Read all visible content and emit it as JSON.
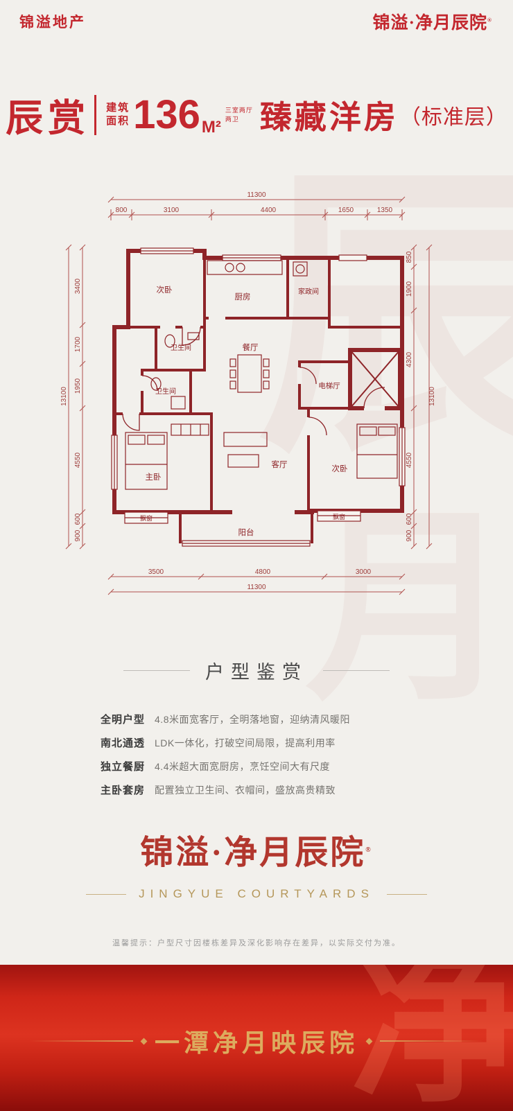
{
  "watermarks": [
    "辰",
    "月",
    "净"
  ],
  "header": {
    "brand": "锦溢地产",
    "logo": "锦溢·净月辰院",
    "logo_mark": "®"
  },
  "title": {
    "name": "辰赏",
    "area_label_top": "建筑",
    "area_label_bottom": "面积",
    "area_value": "136",
    "area_unit": "M²",
    "area_note": "三室两厅两卫",
    "type_name": "臻藏洋房",
    "type_suffix": "（标准层）"
  },
  "plan": {
    "dims": {
      "top_total": "11300",
      "top_segments": [
        "800",
        "3100",
        "4400",
        "1650",
        "1350"
      ],
      "left_total": "13100",
      "left_segments": [
        "3400",
        "1700",
        "1950",
        "4550",
        "600",
        "900"
      ],
      "right_total": "13100",
      "right_segments": [
        "850",
        "1900",
        "4300",
        "4550",
        "600",
        "900"
      ],
      "bottom_segments": [
        "3500",
        "4800",
        "3000"
      ],
      "bottom_total": "11300"
    },
    "rooms": {
      "bedroom_top": "次卧",
      "kitchen": "厨房",
      "laundry": "家政间",
      "bath1": "卫生间",
      "bath2": "卫生间",
      "dining": "餐厅",
      "elevator_hall": "电梯厅",
      "master": "主卧",
      "living": "客厅",
      "bedroom_right": "次卧",
      "balcony": "阳台",
      "baywindow_left": "飘窗",
      "baywindow_right": "飘窗"
    }
  },
  "features": {
    "title": "户型鉴赏",
    "items": [
      {
        "label": "全明户型",
        "text": "4.8米面宽客厅，全明落地窗，迎纳清风暖阳"
      },
      {
        "label": "南北通透",
        "text": "LDK一体化，打破空间局限，提高利用率"
      },
      {
        "label": "独立餐厨",
        "text": "4.4米超大面宽厨房，烹饪空间大有尺度"
      },
      {
        "label": "主卧套房",
        "text": "配置独立卫生间、衣帽间，盛放高贵精致"
      }
    ]
  },
  "brandblock": {
    "logo": "锦溢·净月辰院",
    "logo_mark": "®",
    "english": "JINGYUE COURTYARDS"
  },
  "disclaimer": "温馨提示：户型尺寸因楼栋差异及深化影响存在差异，以实际交付为准。",
  "footer": {
    "slogan": "一潭净月映辰院"
  },
  "colors": {
    "red": "#c3272e",
    "maroon": "#8e2428",
    "gold": "#b5975a"
  }
}
